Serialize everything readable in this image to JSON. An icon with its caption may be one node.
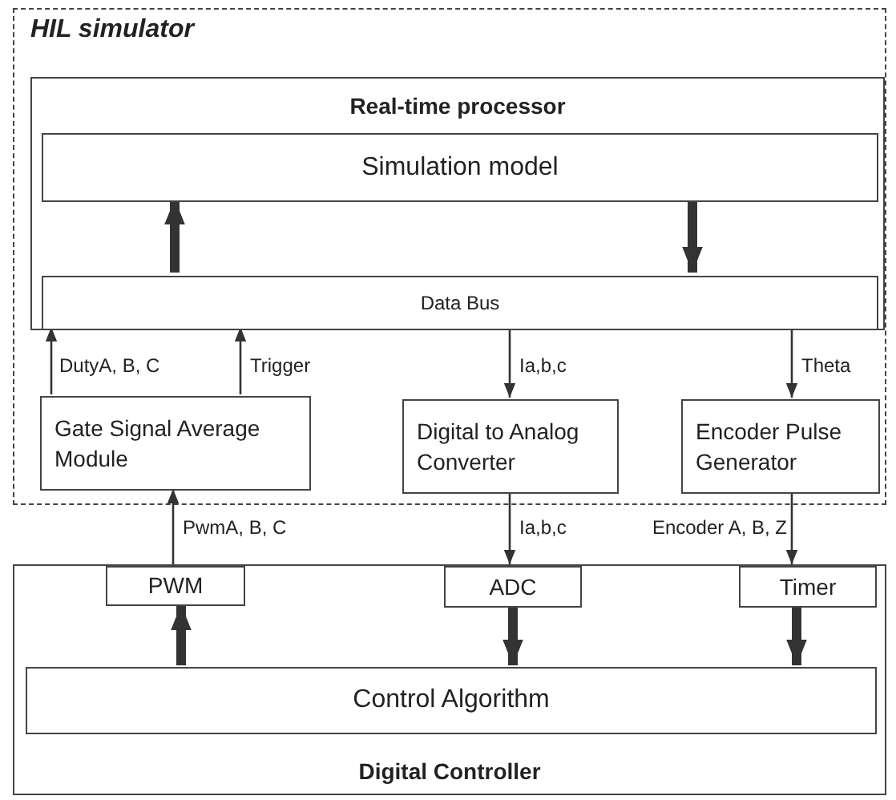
{
  "diagram": {
    "nodes": [
      {
        "text": [
          "HIL simulator"
        ]
      },
      {
        "text": [
          "Real-time processor"
        ],
        "in": 0
      },
      {
        "text": [
          "Simulation model"
        ],
        "in": 1
      },
      {
        "text": [
          "Data Bus"
        ],
        "in": 1
      },
      {
        "text": [
          "Gate Signal Average Module"
        ],
        "in": 0
      },
      {
        "text": [
          "Digital to Analog Converter"
        ],
        "in": 0
      },
      {
        "text": [
          "Encoder Pulse Generator"
        ],
        "in": 0
      },
      {
        "text": [
          "Digital Controller"
        ]
      },
      {
        "text": [
          "PWM"
        ],
        "in": 7
      },
      {
        "text": [
          "ADC"
        ],
        "in": 7
      },
      {
        "text": [
          "Timer"
        ],
        "in": 7
      },
      {
        "text": [
          "Control Algorithm"
        ],
        "in": 7
      }
    ],
    "edges": [
      {
        "from": 3,
        "to": 2,
        "arrow": "to",
        "style": "thick"
      },
      {
        "from": 2,
        "to": 3,
        "arrow": "to",
        "style": "thick"
      },
      {
        "from": 4,
        "to": 3,
        "arrow": "to",
        "label": "DutyA, B, C"
      },
      {
        "from": 4,
        "to": 3,
        "arrow": "to",
        "label": "Trigger"
      },
      {
        "from": 3,
        "to": 5,
        "arrow": "to",
        "label": "Ia,b,c"
      },
      {
        "from": 3,
        "to": 6,
        "arrow": "to",
        "label": "Theta"
      },
      {
        "from": 8,
        "to": 4,
        "arrow": "to",
        "label": "PwmA, B, C"
      },
      {
        "from": 5,
        "to": 9,
        "arrow": "to",
        "label": "Ia,b,c"
      },
      {
        "from": 6,
        "to": 10,
        "arrow": "to",
        "label": "Encoder A, B, Z"
      },
      {
        "from": 11,
        "to": 8,
        "arrow": "to",
        "style": "thick"
      },
      {
        "from": 9,
        "to": 11,
        "arrow": "to",
        "style": "thick"
      },
      {
        "from": 10,
        "to": 11,
        "arrow": "to",
        "style": "thick"
      }
    ]
  }
}
